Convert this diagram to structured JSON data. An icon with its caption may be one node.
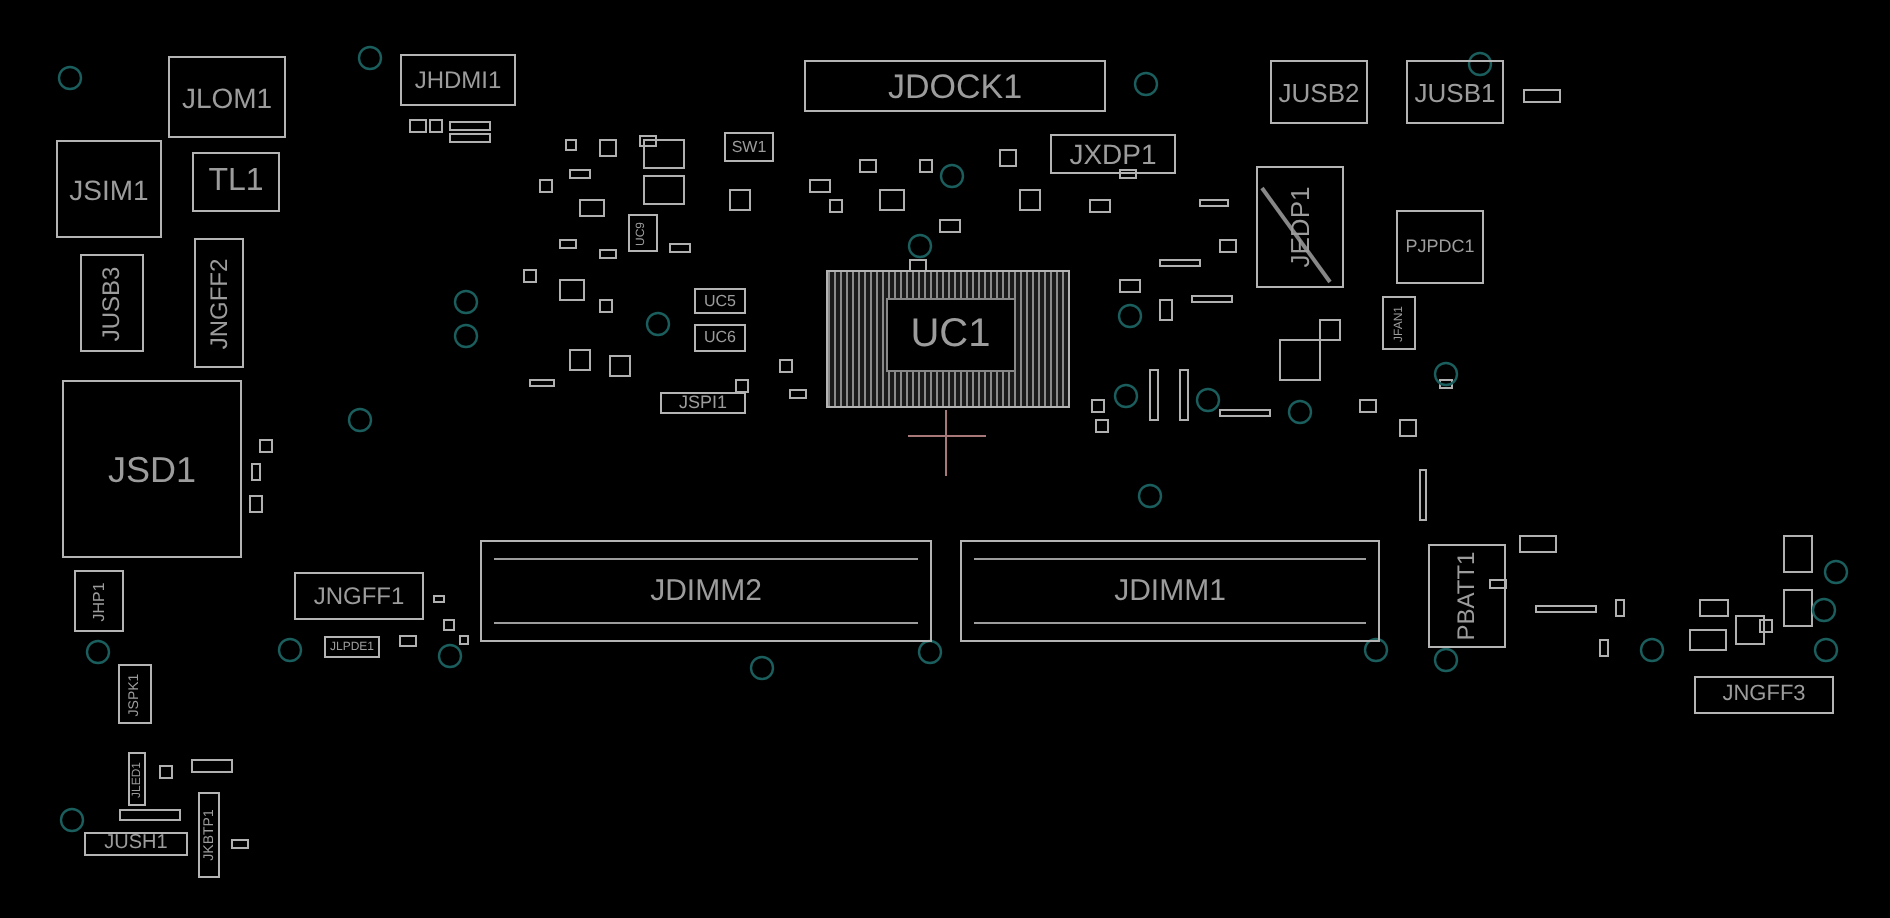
{
  "diagram": {
    "nodes": [
      {
        "text": [
          "JLOM1"
        ]
      },
      {
        "text": [
          "JHDMI1"
        ]
      },
      {
        "text": [
          "JDOCK1"
        ]
      },
      {
        "text": [
          "JUSB2"
        ]
      },
      {
        "text": [
          "JUSB1"
        ]
      },
      {
        "text": [
          "JSIM1"
        ]
      },
      {
        "text": [
          "SW1"
        ]
      },
      {
        "text": [
          "JXDP1"
        ]
      },
      {
        "text": [
          "TL1"
        ]
      },
      {
        "text": [
          "JEDP1"
        ]
      },
      {
        "text": [
          "UC9"
        ]
      },
      {
        "text": [
          "PJPDC1"
        ]
      },
      {
        "text": [
          "JUSB3"
        ]
      },
      {
        "text": [
          "JNGFF2"
        ]
      },
      {
        "text": [
          "UC5"
        ]
      },
      {
        "text": [
          "UC1"
        ]
      },
      {
        "text": [
          "JFAN1"
        ]
      },
      {
        "text": [
          "UC6"
        ]
      },
      {
        "text": [
          "JSD1"
        ]
      },
      {
        "text": [
          "JSPI1"
        ]
      },
      {
        "text": [
          "JDIMM2"
        ]
      },
      {
        "text": [
          "JDIMM1"
        ]
      },
      {
        "text": [
          "PBATT1"
        ]
      },
      {
        "text": [
          "JHP1"
        ]
      },
      {
        "text": [
          "JNGFF1"
        ]
      },
      {
        "text": [
          "JLPDE1"
        ]
      },
      {
        "text": [
          "JSPK1"
        ]
      },
      {
        "text": [
          "JNGFF3"
        ]
      },
      {
        "text": [
          "JLED1"
        ]
      },
      {
        "text": [
          "JUSH1"
        ]
      },
      {
        "text": [
          "JKBTP1"
        ]
      }
    ]
  }
}
